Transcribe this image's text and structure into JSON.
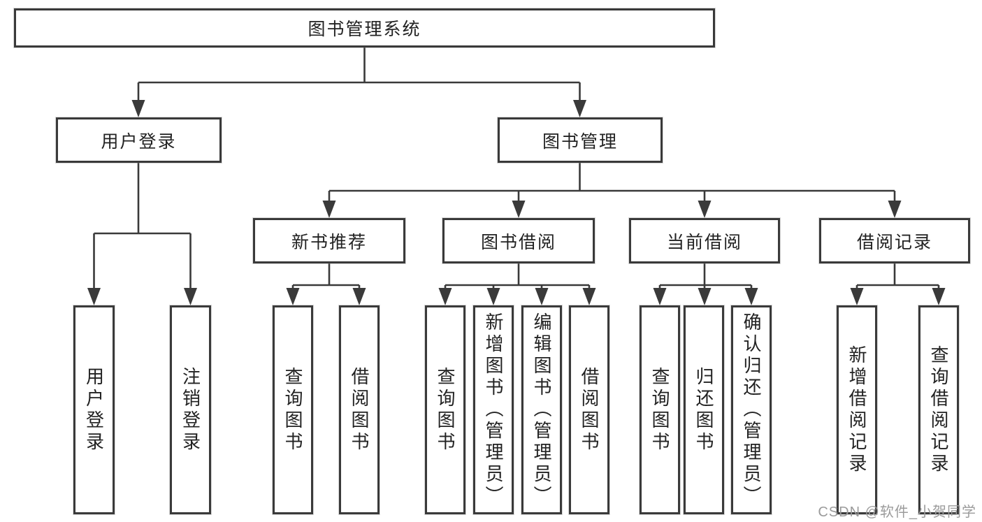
{
  "diagram": {
    "title": "图书管理系统",
    "type": "hierarchy-tree"
  },
  "colors": {
    "background": "#ffffff",
    "box_border": "#3a3a3a",
    "connector_line": "#3a3a3a",
    "text": "#222222",
    "watermark": "#9b9b9b"
  },
  "tree": {
    "label": "图书管理系统",
    "children": [
      {
        "label": "用户登录",
        "children": [
          {
            "label": "用户登录"
          },
          {
            "label": "注销登录"
          }
        ]
      },
      {
        "label": "图书管理",
        "children": [
          {
            "label": "新书推荐",
            "children": [
              {
                "label": "查询图书"
              },
              {
                "label": "借阅图书"
              }
            ]
          },
          {
            "label": "图书借阅",
            "children": [
              {
                "label": "查询图书"
              },
              {
                "label": "新增图书（管理员）"
              },
              {
                "label": "编辑图书（管理员）"
              },
              {
                "label": "借阅图书"
              }
            ]
          },
          {
            "label": "当前借阅",
            "children": [
              {
                "label": "查询图书"
              },
              {
                "label": "归还图书"
              },
              {
                "label": "确认归还（管理员）"
              }
            ]
          },
          {
            "label": "借阅记录",
            "children": [
              {
                "label": "新增借阅记录"
              },
              {
                "label": "查询借阅记录"
              }
            ]
          }
        ]
      }
    ]
  },
  "watermark": {
    "text": "CSDN @软件_小贺同学"
  }
}
